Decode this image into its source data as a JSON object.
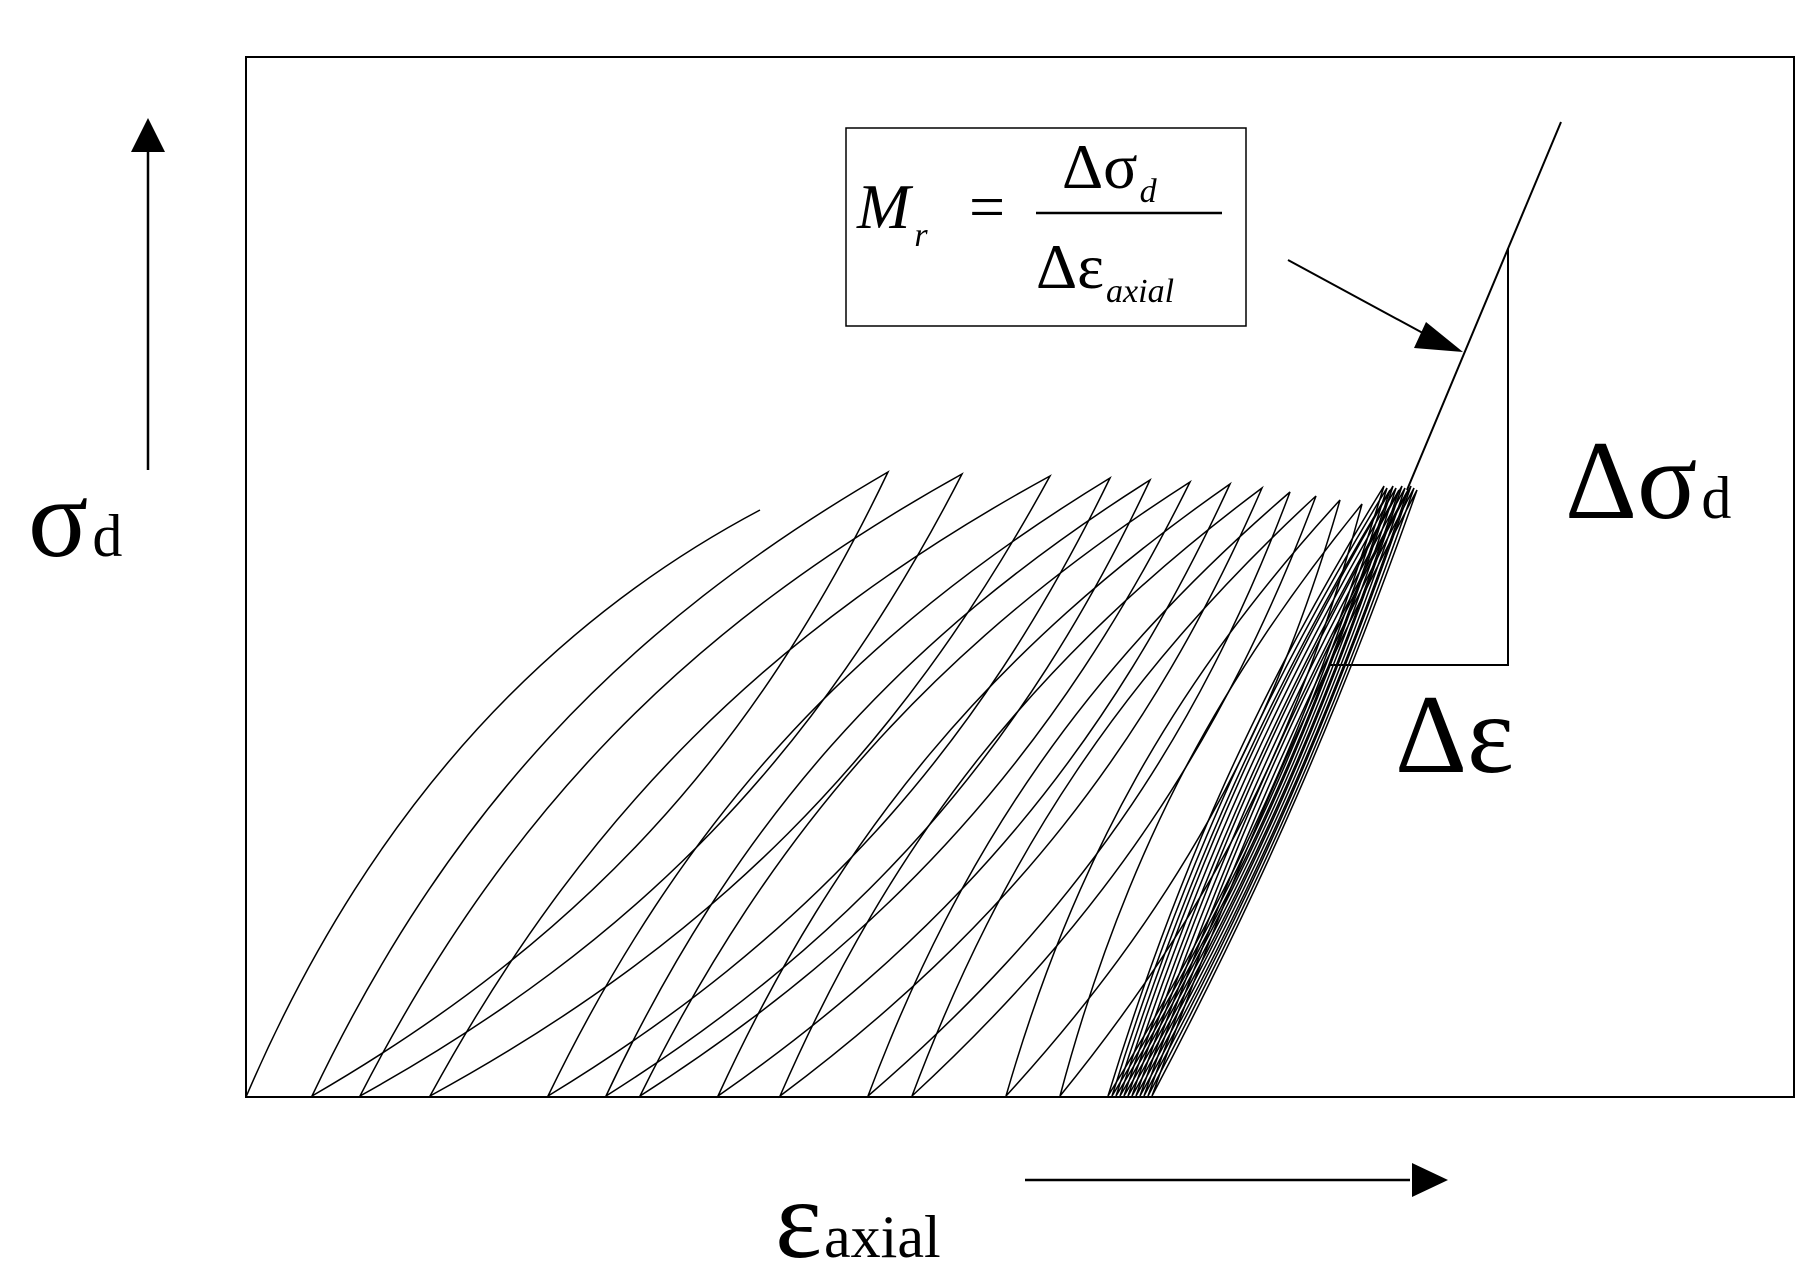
{
  "labels": {
    "y_axis_symbol": "σ",
    "y_axis_subscript": "d",
    "x_axis_symbol": "ε",
    "x_axis_subscript": "axial",
    "delta_sigma_symbol": "Δσ",
    "delta_sigma_subscript": "d",
    "delta_epsilon": "Δε"
  },
  "formula": {
    "lhs_symbol": "M",
    "lhs_subscript": "r",
    "equals": "=",
    "numerator_symbol": "Δσ",
    "numerator_subscript": "d",
    "denominator_symbol": "Δε",
    "denominator_subscript": "axial"
  }
}
